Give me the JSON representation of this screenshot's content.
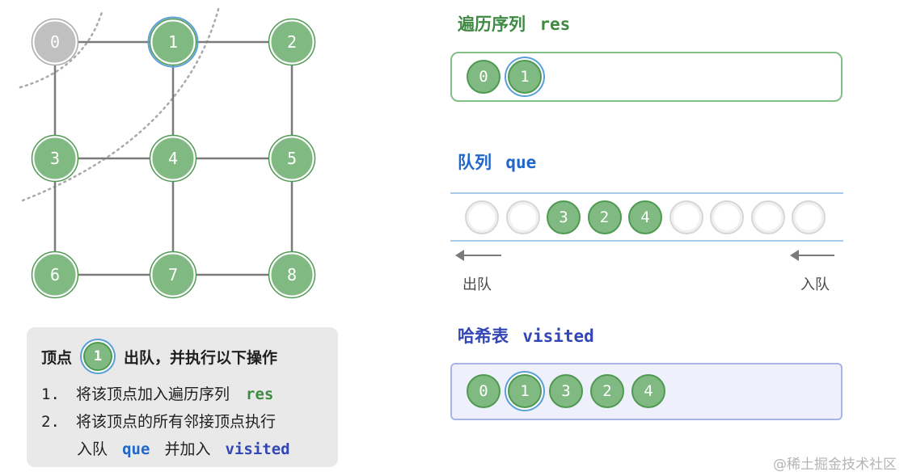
{
  "colors": {
    "node_fill": "#81b982",
    "node_border": "#4e9a51",
    "node_visited_out": "#c0c0c0",
    "highlight_ring": "#5a9fd6",
    "edge": "#7b7b7b",
    "green_text": "#3f8a43",
    "blue_text": "#2166c9",
    "purple_text": "#3346b6"
  },
  "graph": {
    "nodes": [
      {
        "label": "0",
        "state": "gray"
      },
      {
        "label": "1",
        "state": "current"
      },
      {
        "label": "2",
        "state": "normal"
      },
      {
        "label": "3",
        "state": "normal"
      },
      {
        "label": "4",
        "state": "normal"
      },
      {
        "label": "5",
        "state": "normal"
      },
      {
        "label": "6",
        "state": "normal"
      },
      {
        "label": "7",
        "state": "normal"
      },
      {
        "label": "8",
        "state": "normal"
      }
    ],
    "edges": [
      [
        0,
        1
      ],
      [
        1,
        2
      ],
      [
        3,
        4
      ],
      [
        4,
        5
      ],
      [
        6,
        7
      ],
      [
        7,
        8
      ],
      [
        0,
        3
      ],
      [
        3,
        6
      ],
      [
        1,
        4
      ],
      [
        4,
        7
      ],
      [
        2,
        5
      ],
      [
        5,
        8
      ]
    ]
  },
  "instruction": {
    "head_prefix": "顶点",
    "head_node": "1",
    "head_suffix": "出队，并执行以下操作",
    "step1_num": "1.",
    "step1_text": "将该顶点加入遍历序列",
    "step1_code": "res",
    "step2_num": "2.",
    "step2_text": "将该顶点的所有邻接顶点执行",
    "step2b_text1": "入队",
    "step2b_code1": "que",
    "step2b_text2": "并加入",
    "step2b_code2": "visited"
  },
  "res": {
    "label": "遍历序列",
    "code": "res",
    "items": [
      {
        "label": "0",
        "hl": false
      },
      {
        "label": "1",
        "hl": true
      }
    ]
  },
  "que": {
    "label": "队列",
    "code": "que",
    "slots": [
      "",
      "",
      "3",
      "2",
      "4",
      "",
      "",
      "",
      ""
    ],
    "out_label": "出队",
    "in_label": "入队"
  },
  "visited": {
    "label": "哈希表",
    "code": "visited",
    "items": [
      {
        "label": "0",
        "hl": false
      },
      {
        "label": "1",
        "hl": true
      },
      {
        "label": "3",
        "hl": false
      },
      {
        "label": "2",
        "hl": false
      },
      {
        "label": "4",
        "hl": false
      }
    ]
  },
  "watermark": "@稀土掘金技术社区"
}
